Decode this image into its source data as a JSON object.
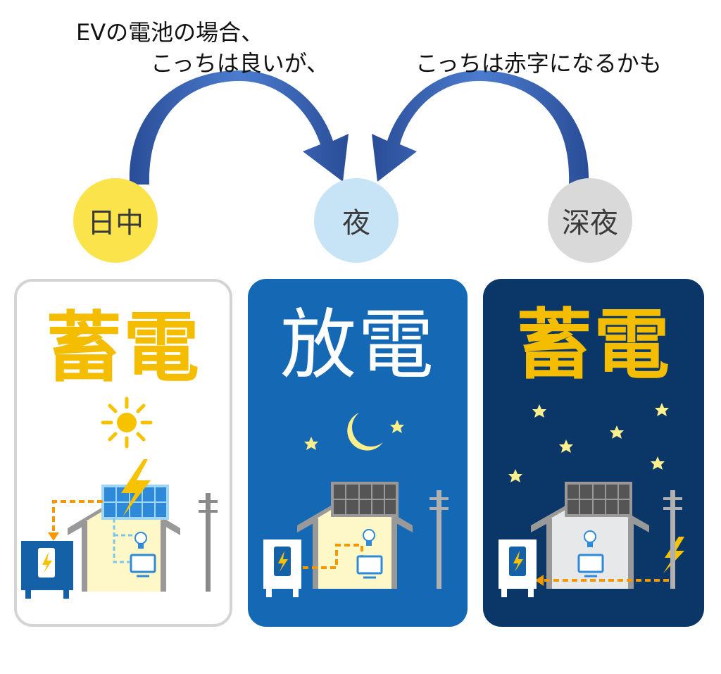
{
  "notes": {
    "left_line1": "EVの電池の場合、",
    "left_line2": "こっちは良いが、",
    "right": "こっちは赤字になるかも"
  },
  "phases": [
    {
      "label": "日中",
      "color": "#fbe34c"
    },
    {
      "label": "夜",
      "color": "#c6e4f6"
    },
    {
      "label": "深夜",
      "color": "#d9d9d9"
    }
  ],
  "panels": [
    {
      "title": "蓄電",
      "background": "#ffffff",
      "title_color": "#f4bd00"
    },
    {
      "title": "放電",
      "background": "#1569b4",
      "title_color": "#ffffff"
    },
    {
      "title": "蓄電",
      "background": "#0a3668",
      "title_color": "#f4bd00"
    }
  ],
  "colors": {
    "arrow": "#3562b0",
    "flow": "#f39800",
    "star": "#fdf08c",
    "house_wall_lit": "#fef8c8",
    "house_wall_dark": "#e7e8ea",
    "roof": "#999999"
  },
  "icons": [
    "sun-icon",
    "moon-icon",
    "star-icon",
    "lightning-icon",
    "solar-panel-icon",
    "battery-icon",
    "light-bulb-icon",
    "tv-icon",
    "utility-pole-icon",
    "curved-arrow-icon"
  ]
}
